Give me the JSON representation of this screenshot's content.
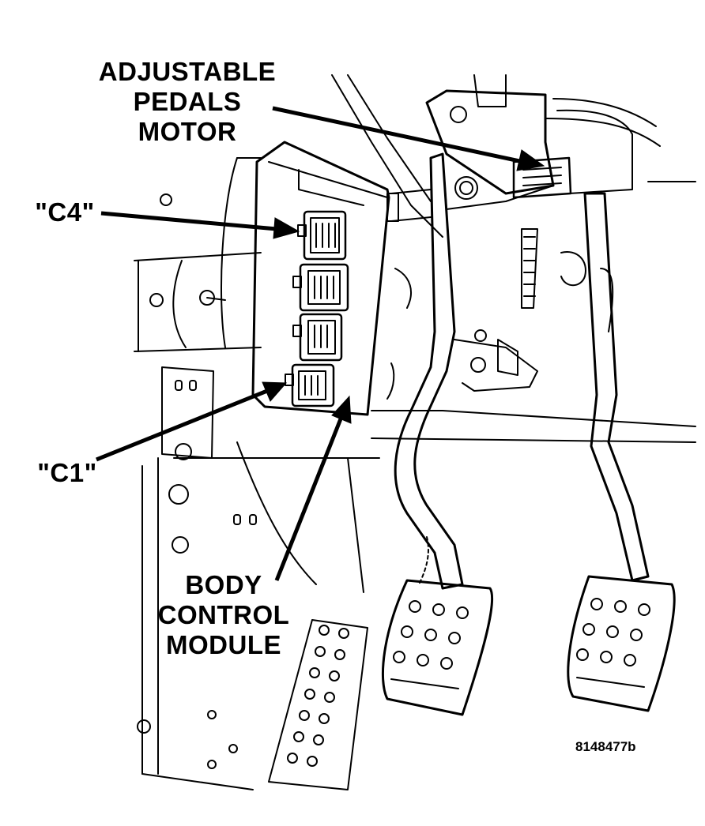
{
  "labels": {
    "adjustable_pedals_motor": [
      "ADJUSTABLE",
      "PEDALS",
      "MOTOR"
    ],
    "c4": "\"C4\"",
    "c1": "\"C1\"",
    "body_control_module": [
      "BODY",
      "CONTROL",
      "MODULE"
    ]
  },
  "figure_id": "8148477b",
  "colors": {
    "ink": "#000000",
    "paper": "#ffffff"
  }
}
